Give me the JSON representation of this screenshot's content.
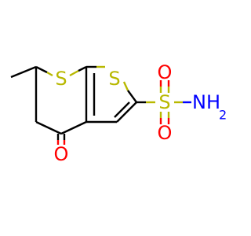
{
  "colors": {
    "bond": "#000000",
    "sulfur": "#b8b800",
    "oxygen": "#ff0000",
    "nitrogen": "#0000ff"
  },
  "atoms": {
    "ring_s1": "S",
    "ring_s2": "S",
    "sulfonyl_s": "S",
    "sulfonyl_o_top": "O",
    "sulfonyl_o_bottom": "O",
    "ketone_o": "O",
    "amine_nh": "NH",
    "amine_sub": "2"
  }
}
